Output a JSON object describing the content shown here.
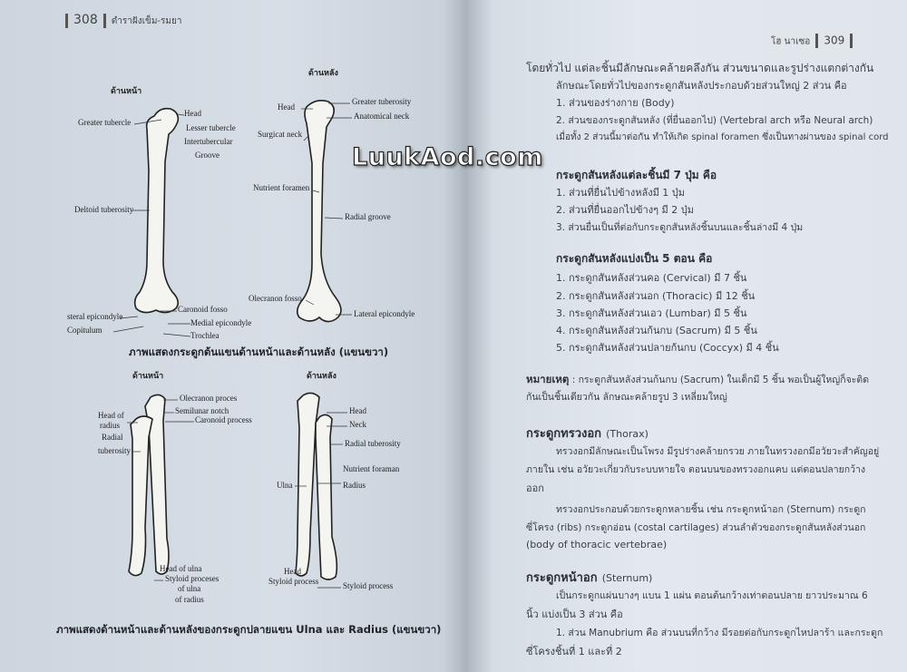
{
  "left_page": {
    "page_number": "308",
    "running_title": "ตำราฝังเข็ม-รมยา",
    "figure1": {
      "front_title": "ด้านหน้า",
      "back_title": "ด้านหลัง",
      "front_labels": [
        "Head",
        "Greater tubercle",
        "Lesser tubercle",
        "Intertubercular",
        "Groove",
        "Deltoid tuberosity",
        "steral epicondyle",
        "Copitulum",
        "Caronoid fosso",
        "Medial epicondyle",
        "Trochlea"
      ],
      "back_labels": [
        "Head",
        "Greater tuberosity",
        "Anatomical neck",
        "Surgicat neck",
        "Nutrient foramen",
        "Radial groove",
        "Olecranon fosso",
        "Lateral epicondyle"
      ],
      "caption": "ภาพแสดงกระดูกต้นแขนด้านหน้าและด้านหลัง (แขนขวา)"
    },
    "figure2": {
      "front_title": "ด้านหน้า",
      "back_title": "ด้านหลัง",
      "front_labels": [
        "Olecranon proces",
        "Semilunar notch",
        "Head of",
        "radius",
        "Caronoid process",
        "Radial",
        "tuberosity",
        "Head of ulna",
        "Styloid proceses",
        "of ulna",
        "of radius"
      ],
      "back_labels": [
        "Head",
        "Neck",
        "Radial tuberosity",
        "Nutrient foraman",
        "Ulna",
        "Radius",
        "Head",
        "Styloid process",
        "Styloid process"
      ],
      "caption": "ภาพแสดงด้านหน้าและด้านหลังของกระดูกปลายแขน Ulna และ Radius (แขนขวา)"
    }
  },
  "watermark": "LuukAod.com",
  "right_page": {
    "page_number": "309",
    "running_title": "โฮ นาเซอ",
    "intro": [
      "โดยทั่วไป แต่ละชิ้นมีลักษณะคล้ายคลึงกัน ส่วนขนาดและรูปร่างแตกต่างกัน",
      "ลักษณะโดยทั่วไปของกระดูกสันหลังประกอบด้วยส่วนใหญ่ 2 ส่วน คือ",
      "1. ส่วนของร่างกาย (Body)",
      "2. ส่วนของกระดูกสันหลัง (ที่ยื่นออกไป) (Vertebral arch หรือ Neural arch)",
      "เมื่อทั้ง 2 ส่วนนี้มาต่อกัน ทำให้เกิด spinal foramen ซึ่งเป็นทางผ่านของ spinal cord"
    ],
    "processes": {
      "heading": "กระดูกสันหลังแต่ละชิ้นมี 7 ปุ่ม คือ",
      "items": [
        "1. ส่วนที่ยื่นไปข้างหลังมี 1 ปุ่ม",
        "2. ส่วนที่ยื่นออกไปข้างๆ มี 2 ปุ่ม",
        "3. ส่วนยื่นเป็นที่ต่อกับกระดูกสันหลังชิ้นบนและชิ้นล่างมี 4 ปุ่ม"
      ]
    },
    "sections": {
      "heading": "กระดูกสันหลังแบ่งเป็น 5 ตอน คือ",
      "items": [
        "1. กระดูกสันหลังส่วนคอ (Cervical) มี 7 ชิ้น",
        "2. กระดูกสันหลังส่วนอก (Thoracic) มี 12 ชิ้น",
        "3. กระดูกสันหลังส่วนเอว (Lumbar) มี 5 ชิ้น",
        "4. กระดูกสันหลังส่วนก้นกบ (Sacrum) มี 5 ชิ้น",
        "5. กระดูกสันหลังส่วนปลายก้นกบ (Coccyx) มี 4 ชิ้น"
      ]
    },
    "note": {
      "label": "หมายเหตุ",
      "line1": ": กระดูกสันหลังส่วนก้นกบ (Sacrum) ในเด็กมี 5 ชิ้น พอเป็นผู้ใหญ่ก็จะติด",
      "line2": "กันเป็นชิ้นเดียวกัน ลักษณะคล้ายรูป 3 เหลี่ยมใหญ่"
    },
    "thorax": {
      "heading": "กระดูกทรวงอก",
      "heading_en": "(Thorax)",
      "lines": [
        "ทรวงอกมีลักษณะเป็นโพรง มีรูปร่างคล้ายกรวย ภายในทรวงอกมีอวัยวะสำคัญอยู่",
        "ภายใน เช่น อวัยวะเกี่ยวกับระบบหายใจ ตอนบนของทรวงอกแคบ แต่ตอนปลายกว้าง",
        "ออก",
        "ทรวงอกประกอบด้วยกระดูกหลายชิ้น เช่น กระดูกหน้าอก (Sternum) กระดูก",
        "ซี่โครง (ribs) กระดูกอ่อน (costal cartilages) ส่วนลำตัวของกระดูกสันหลังส่วนอก",
        "(body of thoracic vertebrae)"
      ]
    },
    "sternum": {
      "heading": "กระดูกหน้าอก",
      "heading_en": "(Sternum)",
      "lines": [
        "เป็นกระดูกแผ่นบางๆ แบน 1 แผ่น ตอนต้นกว้างเท่าตอนปลาย ยาวประมาณ 6",
        "นิ้ว แบ่งเป็น 3 ส่วน คือ",
        "1. ส่วน Manubrium คือ ส่วนบนที่กว้าง มีรอยต่อกับกระดูกไหปลาร้า และกระดูก",
        "ซี่โครงชิ้นที่ 1 และที่ 2"
      ]
    }
  }
}
